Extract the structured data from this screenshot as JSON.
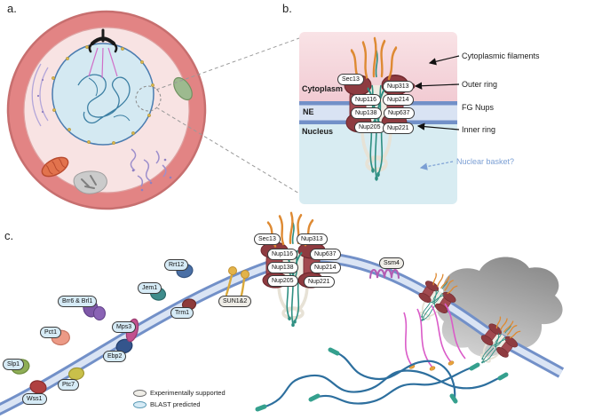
{
  "figure": {
    "panel_a_label": "a.",
    "panel_b_label": "b.",
    "panel_c_label": "c."
  },
  "panel_b": {
    "regions": {
      "cytoplasm": "Cytoplasm",
      "ne": "NE",
      "nucleus": "Nucleus"
    },
    "annotations": {
      "cytoplasmic_filaments": "Cytoplasmic filaments",
      "outer_ring": "Outer ring",
      "fg_nups": "FG Nups",
      "inner_ring": "Inner ring",
      "nuclear_basket": "Nuclear basket?"
    },
    "nups": {
      "sec13": "Sec13",
      "nup313": "Nup313",
      "nup116": "Nup116",
      "nup214": "Nup214",
      "nup138": "Nup138",
      "nup637": "Nup637",
      "nup205": "Nup205",
      "nup221": "Nup221"
    }
  },
  "panel_c": {
    "nups": {
      "sec13": "Sec13",
      "nup313": "Nup313",
      "nup116": "Nup116",
      "nup637": "Nup637",
      "nup138": "Nup138",
      "nup214": "Nup214",
      "nup205": "Nup205",
      "nup221": "Nup221"
    },
    "proteins": {
      "slp1": "Slp1",
      "wss1": "Wss1",
      "ptc7": "Ptc7",
      "pct1": "Pct1",
      "ebp2": "Ebp2",
      "brr6_brl1": "Brr6 & Brl1",
      "mps3": "Mps3",
      "jem1": "Jem1",
      "trm1": "Trm1",
      "rrt12": "Rrt12",
      "sun1_2": "SUN1&2",
      "ssm4": "Ssm4"
    },
    "legend": {
      "experimentally_supported": "Experimentally supported",
      "blast_predicted": "BLAST predicted"
    }
  },
  "colors": {
    "experimentally_supported_pill": "#EFEDE7",
    "blast_predicted_pill": "#D6EBF6",
    "npc_ring": "#8E3B40",
    "fg_nups": "#2E8F82",
    "cytoplasmic_filaments": "#DE8A33",
    "nuclear_envelope": "#7290C8",
    "nuclear_basket_label": "#7B9FD4"
  }
}
